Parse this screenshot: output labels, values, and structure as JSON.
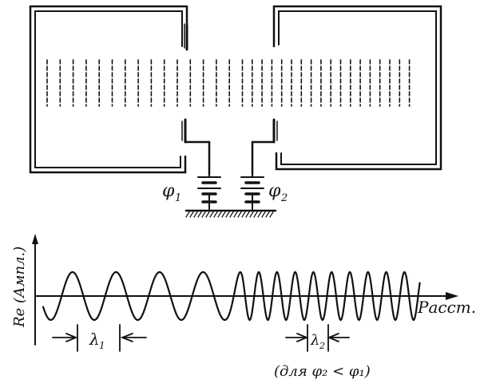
{
  "labels": {
    "phi1": "φ",
    "phi1_sub": "1",
    "phi2": "φ",
    "phi2_sub": "2",
    "y_axis": "Re (Ампл.)",
    "x_axis": "Расст.",
    "lambda1": "λ",
    "lambda1_sub": "1",
    "lambda2": "λ",
    "lambda2_sub": "2",
    "condition": "(для φ₂ < φ₁)"
  },
  "colors": {
    "ink": "#111111",
    "background": "#ffffff"
  }
}
